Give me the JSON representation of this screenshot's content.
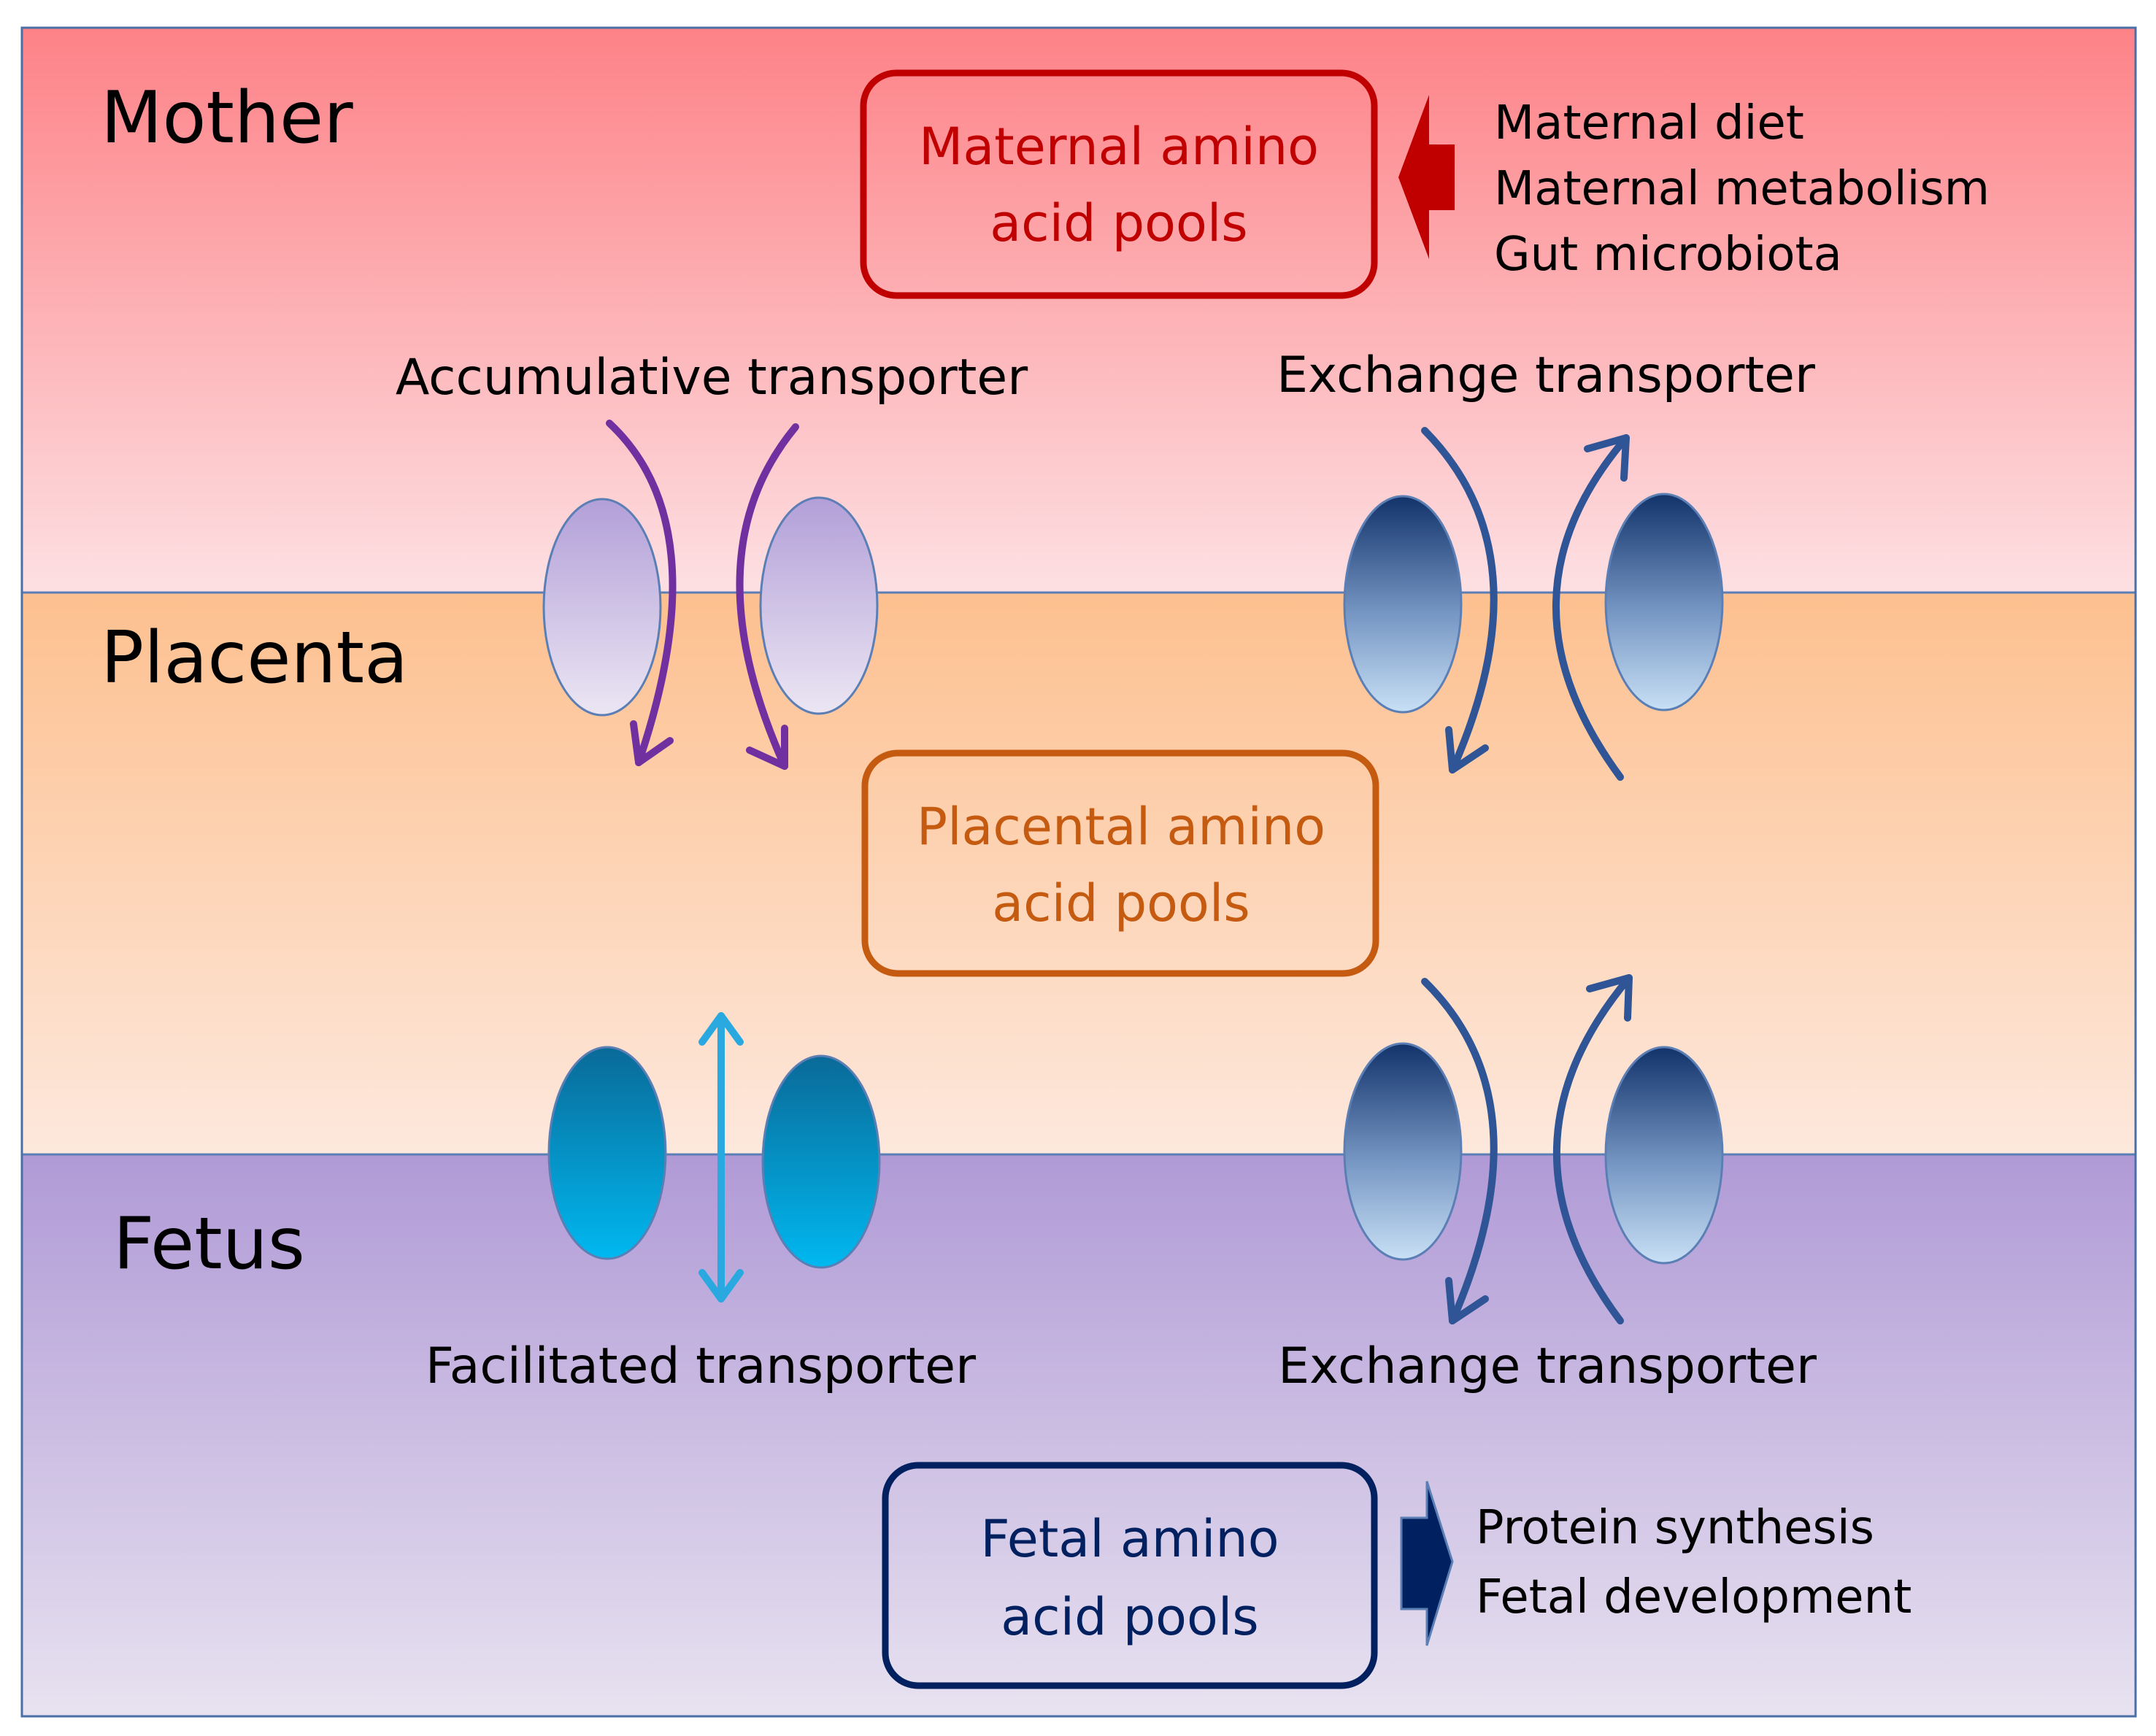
{
  "layers": {
    "mother": "Mother",
    "placenta": "Placenta",
    "fetus": "Fetus"
  },
  "pools": {
    "maternal": [
      "Maternal amino",
      "acid pools"
    ],
    "placental": [
      "Placental amino",
      "acid pools"
    ],
    "fetal": [
      "Fetal amino",
      "acid pools"
    ]
  },
  "maternal_inputs": [
    "Maternal diet",
    "Maternal metabolism",
    "Gut microbiota"
  ],
  "fetal_outputs": [
    "Protein synthesis",
    "Fetal development"
  ],
  "transporters": {
    "accumulative": "Accumulative transporter",
    "exchange_top": "Exchange transporter",
    "facilitated": "Facilitated transporter",
    "exchange_bottom": "Exchange transporter"
  },
  "colors": {
    "mother_top": "#fd8287",
    "mother_bottom": "#fde0e3",
    "placenta_top": "#fdc08f",
    "placenta_bottom": "#fde8dd",
    "fetus_top": "#b09ad6",
    "fetus_bottom": "#e8e2f0",
    "maternal_box": "#c00000",
    "placental_box": "#c55a11",
    "fetal_box": "#002060",
    "accumulative_arrow": "#7030a0",
    "exchange_arrow": "#2f5597",
    "facilitated_arrow": "#29a9e0"
  }
}
